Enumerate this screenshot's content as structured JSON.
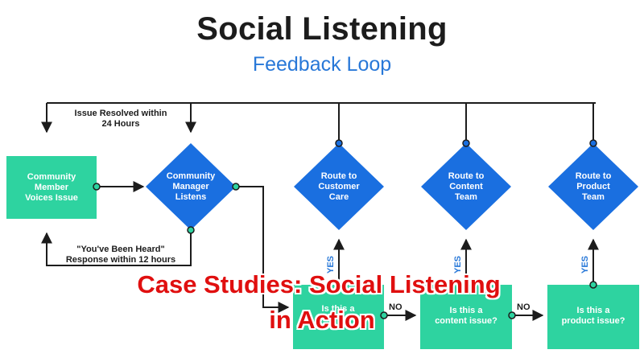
{
  "title": "Social Listening",
  "subtitle": "Feedback Loop",
  "nodes": {
    "community_member": [
      "Community",
      "Member",
      "Voices Issue"
    ],
    "community_manager": [
      "Community",
      "Manager",
      "Listens"
    ],
    "customer_care": [
      "Route to",
      "Customer",
      "Care"
    ],
    "content_team": [
      "Route to",
      "Content",
      "Team"
    ],
    "product_team": [
      "Route to",
      "Product",
      "Team"
    ],
    "is_content_issue": [
      "Is this a",
      "content issue?"
    ],
    "is_product_issue": [
      "Is this a",
      "product issue?"
    ],
    "is_a_partial": [
      "Is this a"
    ]
  },
  "edge_labels": {
    "resolved": [
      "Issue Resolved within",
      "24 Hours"
    ],
    "heard": [
      "\"You've Been Heard\"",
      "Response within 12 hours"
    ],
    "no": "NO",
    "yes": "YES"
  },
  "overlay": {
    "line1": "Case Studies: Social Listening",
    "line2": "in Action"
  },
  "colors": {
    "green": "#2ed3a0",
    "blue": "#1a6fe0",
    "line": "#1c1c1c"
  }
}
